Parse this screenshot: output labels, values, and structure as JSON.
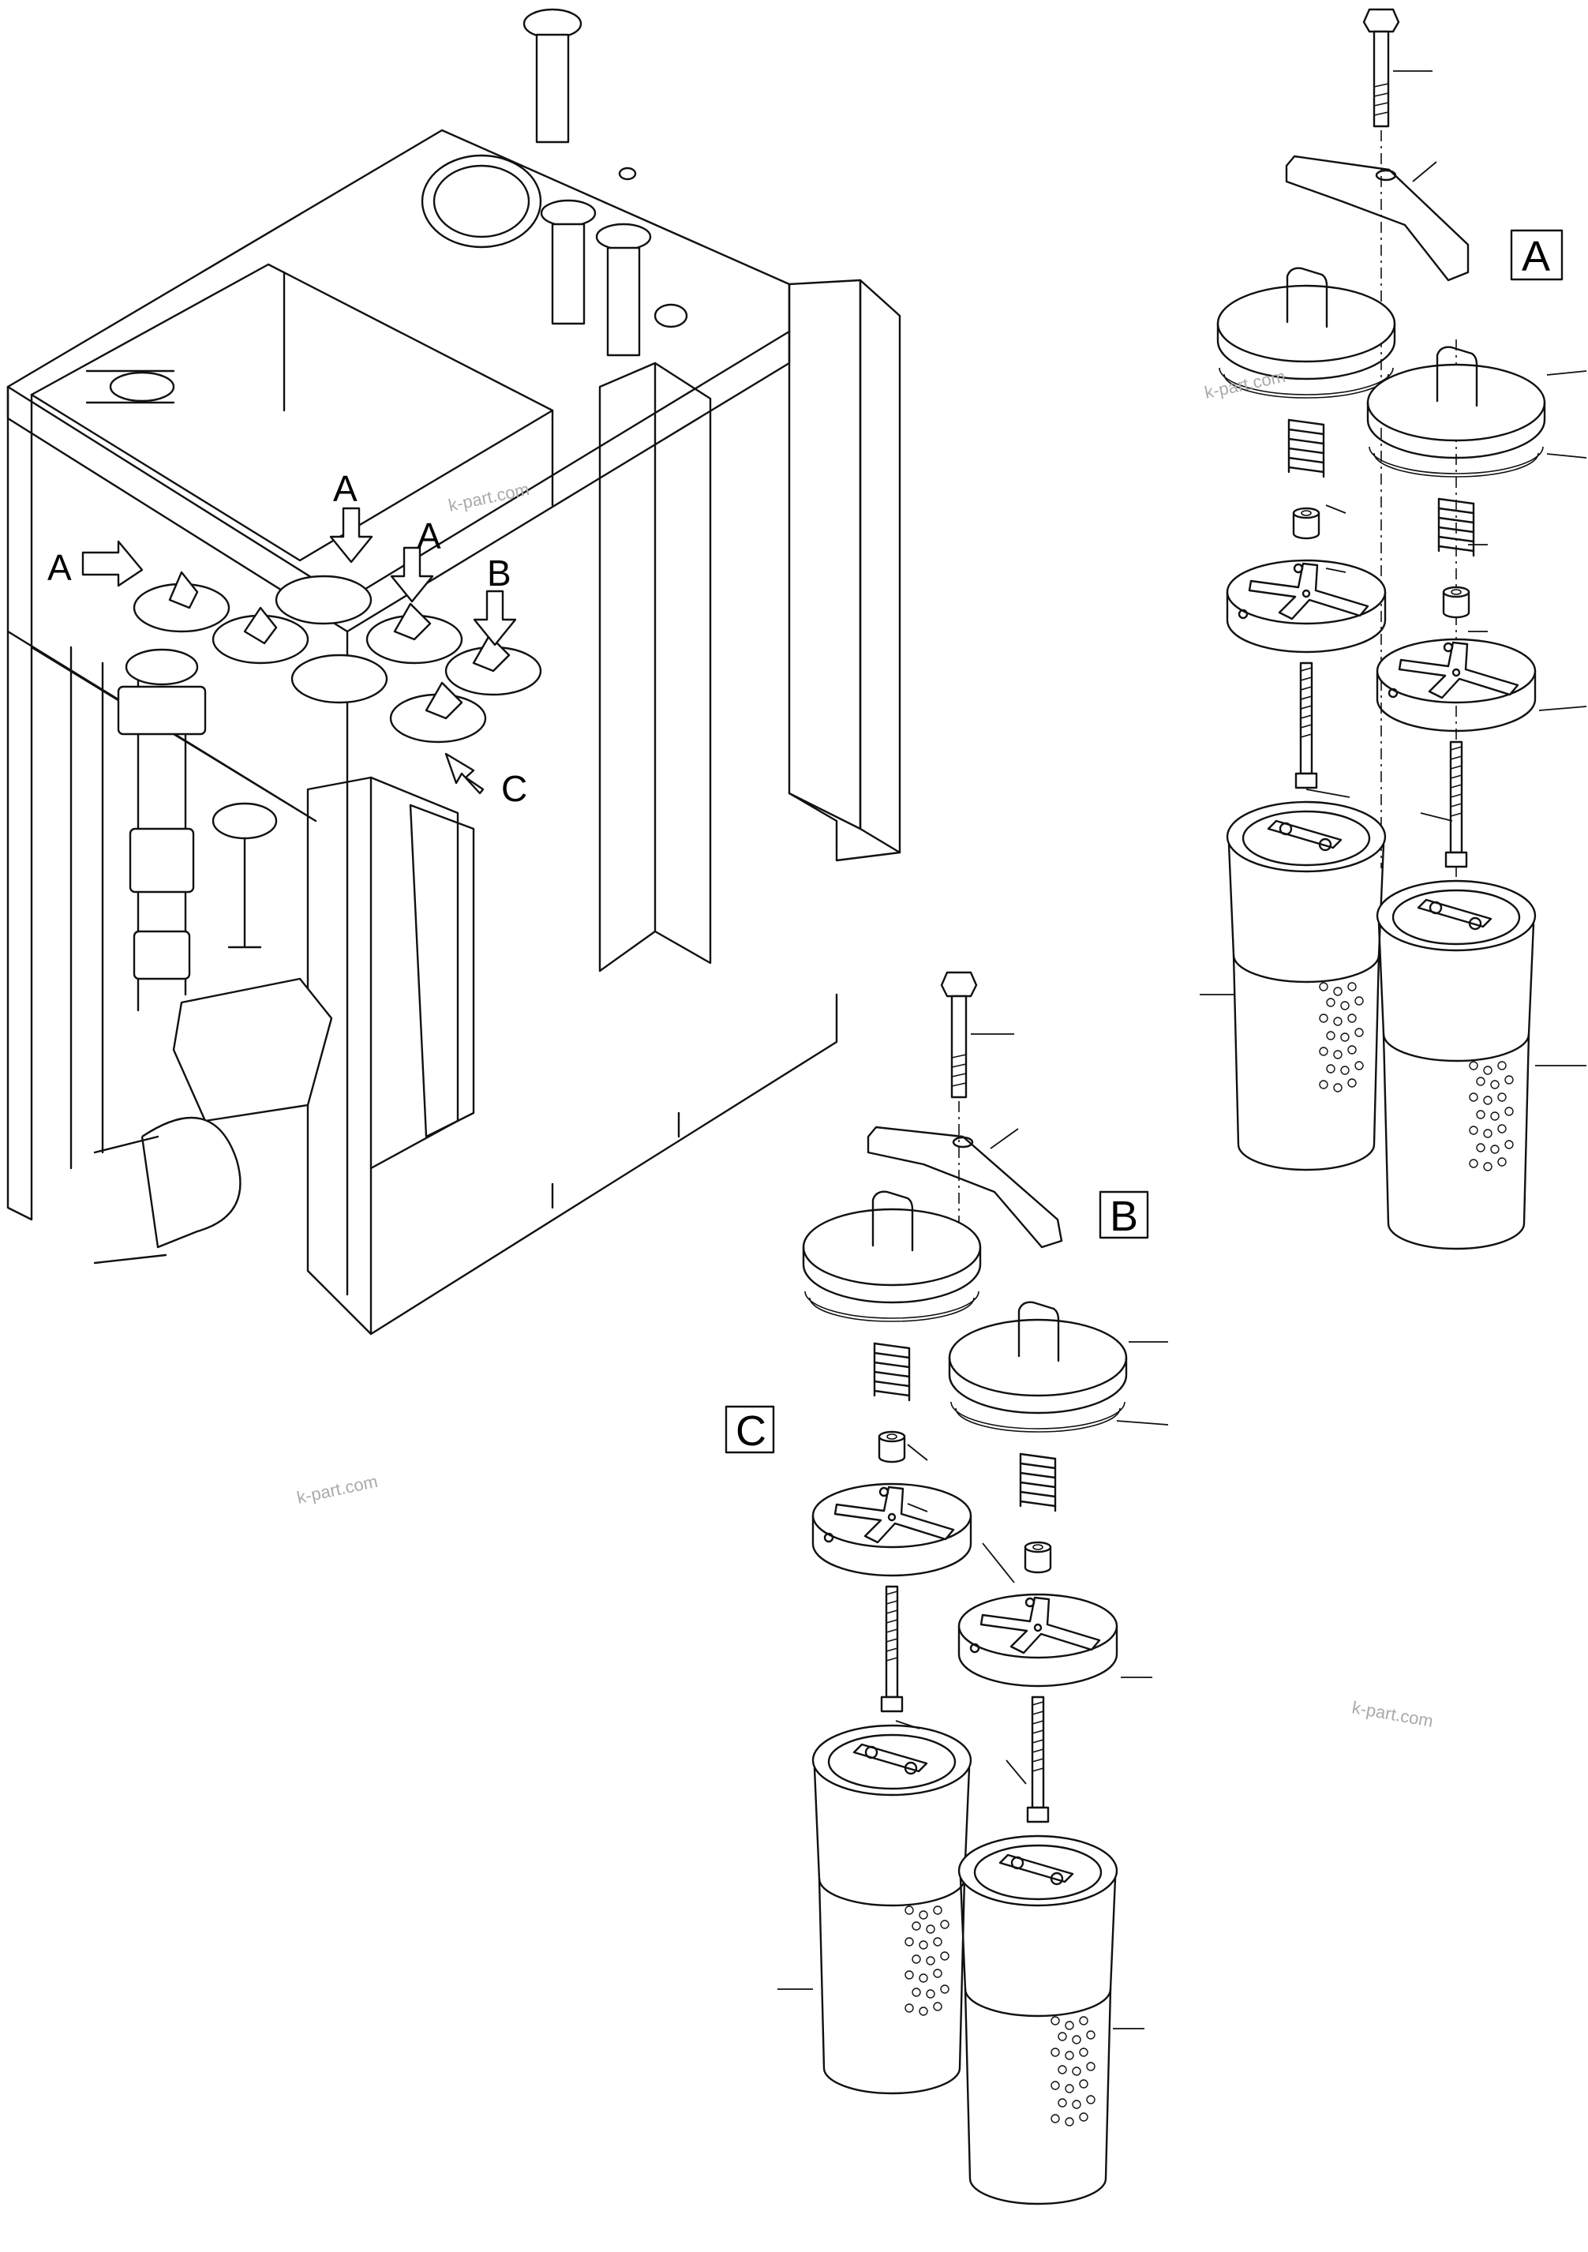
{
  "labels": {
    "view_a": "A",
    "view_b": "B",
    "view_c": "C",
    "arrow_a1": "A",
    "arrow_a2": "A",
    "arrow_a3": "A",
    "arrow_b": "B",
    "arrow_c": "C"
  },
  "watermarks": [
    "k-part.com",
    "k-part.com",
    "k-part.com",
    "k-part.com"
  ],
  "colors": {
    "line": "#111111",
    "background": "#ffffff",
    "watermark": "#aaaaaa"
  }
}
